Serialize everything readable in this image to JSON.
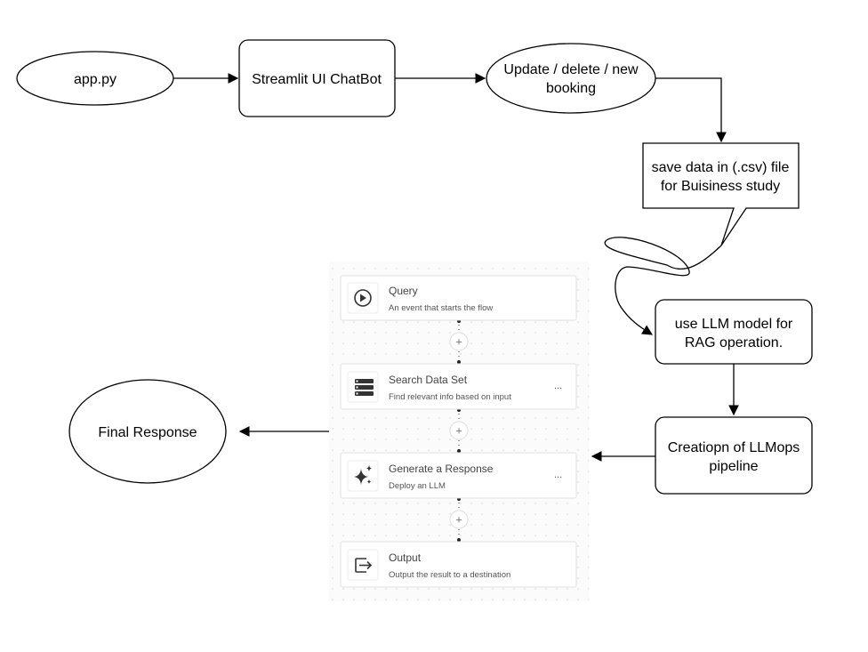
{
  "nodes": {
    "app": "app.py",
    "streamlit": "Streamlit UI ChatBot",
    "booking_line1": "Update / delete / new",
    "booking_line2": "booking",
    "save_line1": "save data in (.csv) file",
    "save_line2": "for Buisiness study",
    "llm_line1": "use LLM model for",
    "llm_line2": "RAG operation.",
    "pipeline_line1": "Creatiopn of LLMops",
    "pipeline_line2": "pipeline",
    "final": "Final Response"
  },
  "flow": {
    "steps": [
      {
        "title": "Query",
        "subtitle": "An event that starts the flow",
        "icon": "play-circle-icon",
        "menu": ""
      },
      {
        "title": "Search Data Set",
        "subtitle": "Find relevant info based on input",
        "icon": "list-database-icon",
        "menu": "..."
      },
      {
        "title": "Generate a Response",
        "subtitle": "Deploy an LLM",
        "icon": "sparkle-icon",
        "menu": "..."
      },
      {
        "title": "Output",
        "subtitle": "Output the result to a destination",
        "icon": "exit-arrow-icon",
        "menu": ""
      }
    ],
    "add_symbol": "+"
  }
}
